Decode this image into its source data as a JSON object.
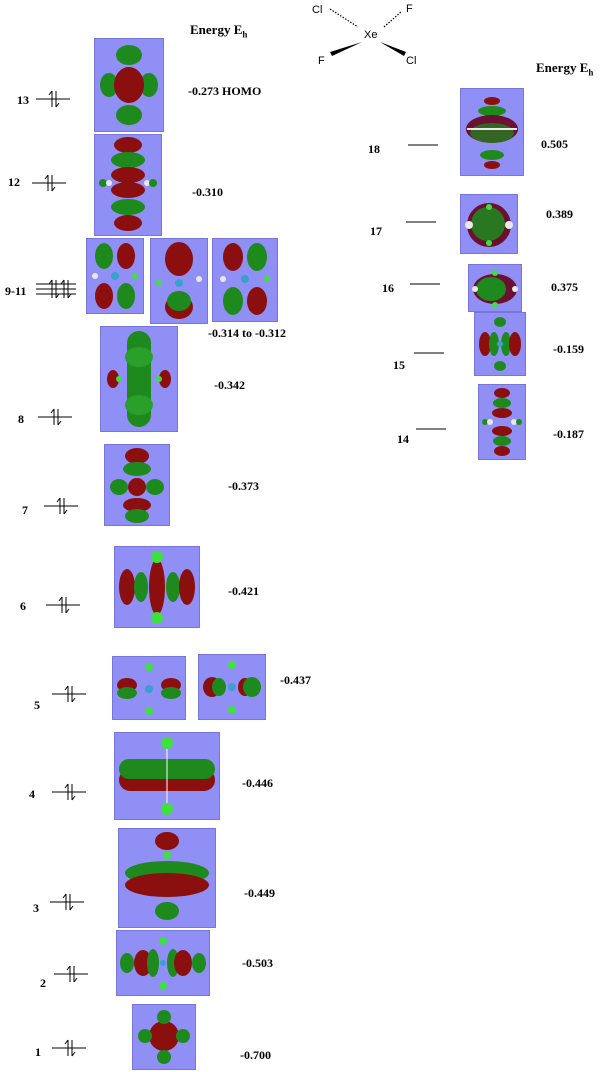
{
  "headers": {
    "left": "Energy E",
    "right": "Energy E",
    "sub": "h"
  },
  "molecule": {
    "center": "Xe",
    "ligands": [
      "Cl",
      "F",
      "F",
      "Cl"
    ]
  },
  "occupied": [
    {
      "label": "13",
      "energy": "-0.273 HOMO"
    },
    {
      "label": "12",
      "energy": "-0.310"
    },
    {
      "label": "9-11",
      "energy": "-0.314 to -0.312"
    },
    {
      "label": "8",
      "energy": "-0.342"
    },
    {
      "label": "7",
      "energy": "-0.373"
    },
    {
      "label": "6",
      "energy": "-0.421"
    },
    {
      "label": "5",
      "energy": "-0.437"
    },
    {
      "label": "4",
      "energy": "-0.446"
    },
    {
      "label": "3",
      "energy": "-0.449"
    },
    {
      "label": "2",
      "energy": "-0.503"
    },
    {
      "label": "1",
      "energy": "-0.700"
    }
  ],
  "virtual": [
    {
      "label": "18",
      "energy": "0.505"
    },
    {
      "label": "17",
      "energy": "0.389"
    },
    {
      "label": "16",
      "energy": "0.375"
    },
    {
      "label": "15",
      "energy": "-0.159"
    },
    {
      "label": "14",
      "energy": "-0.187"
    }
  ],
  "colors": {
    "panel": "#8f8ff5",
    "lobe_red": "#8b0f0f",
    "lobe_green": "#1e8a1e",
    "atom_cl": "#3ee03e",
    "atom_xe": "#3aa0d0",
    "atom_f": "#e8e8e8"
  }
}
